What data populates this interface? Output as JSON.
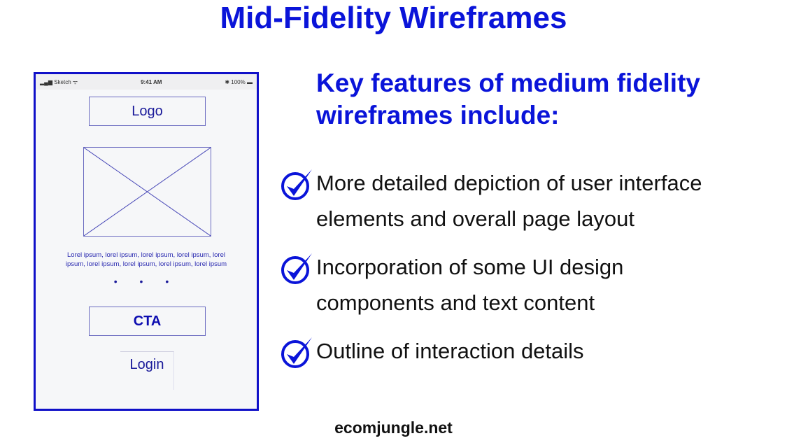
{
  "title": "Mid-Fidelity Wireframes",
  "phone": {
    "signal": "Sketch",
    "time": "9:41 AM",
    "battery": "100%",
    "logo": "Logo",
    "lorem": "Lorel ipsum, lorel ipsum, lorel ipsum, lorel ipsum, lorel ipsum, lorel ipsum, lorel ipsum, lorel ipsum, lorel ipsum",
    "dots": "• • •",
    "cta": "CTA",
    "login": "Login"
  },
  "heading": "Key features of medium fidelity wireframes include:",
  "features": [
    "More detailed depiction of user interface elements and overall page layout",
    "Incorporation of some UI design components and text content",
    "Outline of interaction details"
  ],
  "footer": "ecomjungle.net",
  "colors": {
    "accent": "#0a14d9"
  }
}
